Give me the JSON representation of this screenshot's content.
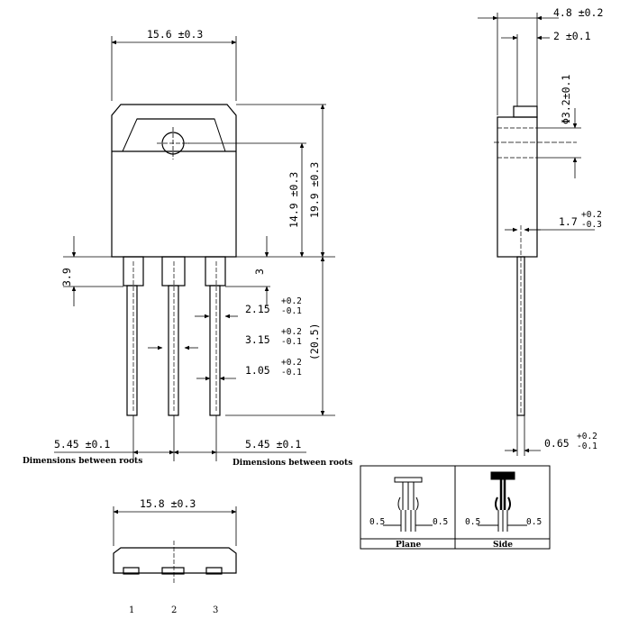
{
  "front_view": {
    "width": "15.6 ±0.3",
    "height_total": "19.9 ±0.3",
    "height_to_hole": "14.9 ±0.3",
    "lead_offset": "3.9",
    "lead_step": "3",
    "pitch_left": "5.45 ±0.1",
    "pitch_right": "5.45 ±0.1",
    "roots_note": "Dimensions between roots",
    "lead_length": "(20.5)",
    "lead_w1": {
      "nominal": "2.15",
      "upper": "+0.2",
      "lower": "-0.1"
    },
    "lead_w2": {
      "nominal": "3.15",
      "upper": "+0.2",
      "lower": "-0.1"
    },
    "lead_w3": {
      "nominal": "1.05",
      "upper": "+0.2",
      "lower": "-0.1"
    }
  },
  "side_view": {
    "thickness": "4.8 ±0.2",
    "tab_thickness": "2 ±0.1",
    "hole_diameter": "Φ3.2±0.1",
    "step": {
      "nominal": "1.7",
      "upper": "+0.2",
      "lower": "-0.3"
    },
    "lead_thickness": {
      "nominal": "0.65",
      "upper": "+0.2",
      "lower": "-0.1"
    }
  },
  "bottom_view": {
    "width": "15.8 ±0.3",
    "pins": [
      "1",
      "2",
      "3"
    ]
  },
  "lead_forming": {
    "plane": {
      "left": "0.5",
      "right": "0.5",
      "label": "Plane"
    },
    "side": {
      "left": "0.5",
      "right": "0.5",
      "label": "Side"
    }
  }
}
